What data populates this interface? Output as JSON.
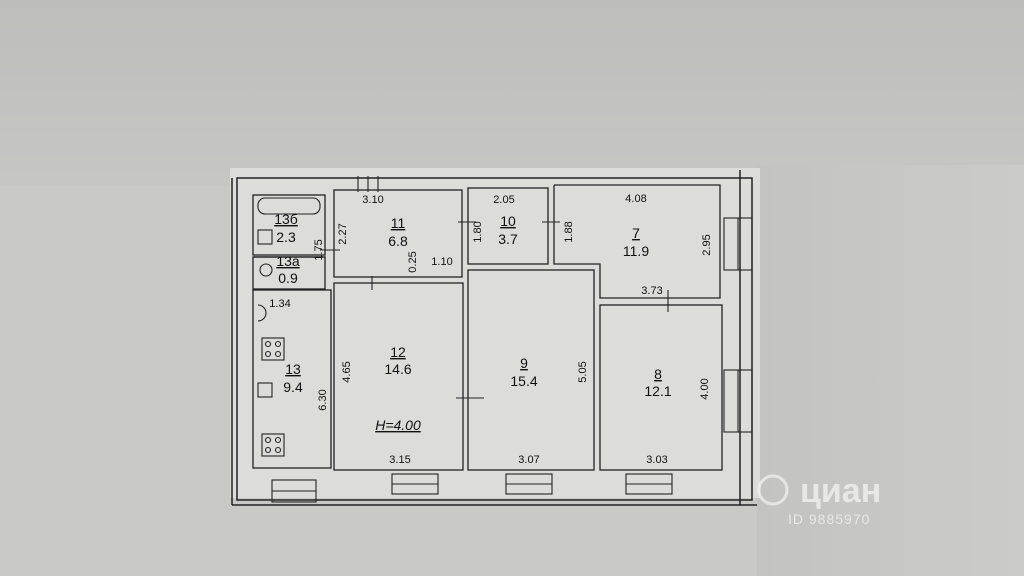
{
  "rooms": [
    {
      "num": "13б",
      "area": "2.3"
    },
    {
      "num": "13а",
      "area": "0.9"
    },
    {
      "num": "11",
      "area": "6.8"
    },
    {
      "num": "10",
      "area": "3.7"
    },
    {
      "num": "7",
      "area": "11.9"
    },
    {
      "num": "12",
      "area": "14.6"
    },
    {
      "num": "9",
      "area": "15.4"
    },
    {
      "num": "8",
      "area": "12.1"
    },
    {
      "num": "13",
      "area": "9.4"
    }
  ],
  "dimensions": [
    "3.10",
    "2.27",
    "0.25",
    "1.10",
    "1.75",
    "2.05",
    "1.80",
    "1.88",
    "4.08",
    "2.95",
    "3.73",
    "1.34",
    "6.30",
    "4.65",
    "3.15",
    "5.05",
    "3.07",
    "4.00",
    "3.03"
  ],
  "ceiling_height": "Н=4.00",
  "watermark": {
    "brand": "циан",
    "id": "ID 9885970"
  }
}
